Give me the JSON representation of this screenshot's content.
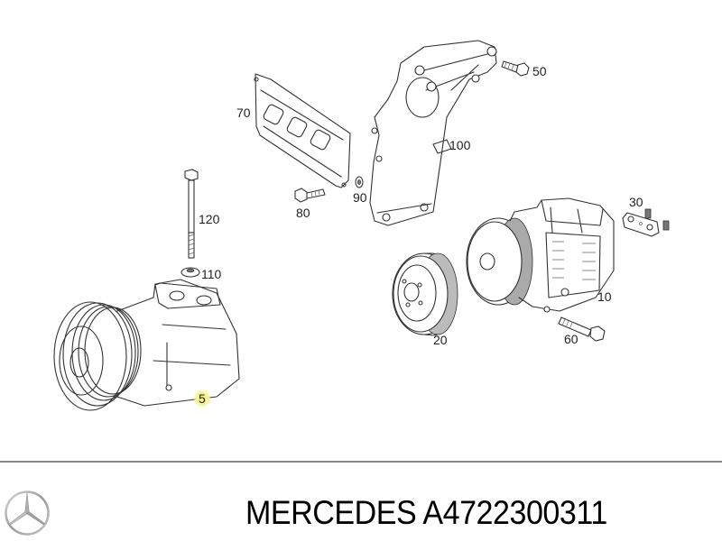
{
  "diagram": {
    "title": "MERCEDES A4722300311",
    "brand": "MERCEDES",
    "part_number": "A4722300311",
    "brand_logo": "mercedes-star-icon",
    "callouts": [
      {
        "id": "5",
        "label": "5",
        "highlighted": true,
        "part": "ac-compressor-assembly"
      },
      {
        "id": "10",
        "label": "10",
        "part": "ac-compressor"
      },
      {
        "id": "20",
        "label": "20",
        "part": "pulley-clutch"
      },
      {
        "id": "30",
        "label": "30",
        "part": "seal-plate"
      },
      {
        "id": "50",
        "label": "50",
        "part": "bolt"
      },
      {
        "id": "60",
        "label": "60",
        "part": "bolt"
      },
      {
        "id": "70",
        "label": "70",
        "part": "heat-shield-gasket"
      },
      {
        "id": "80",
        "label": "80",
        "part": "bolt"
      },
      {
        "id": "90",
        "label": "90",
        "part": "washer"
      },
      {
        "id": "100",
        "label": "100",
        "part": "compressor-bracket"
      },
      {
        "id": "110",
        "label": "110",
        "part": "washer"
      },
      {
        "id": "120",
        "label": "120",
        "part": "long-bolt"
      }
    ],
    "colors": {
      "highlight": "#f3f27a",
      "line": "#333333",
      "divider": "#8a8a8a",
      "text": "#000000"
    }
  }
}
